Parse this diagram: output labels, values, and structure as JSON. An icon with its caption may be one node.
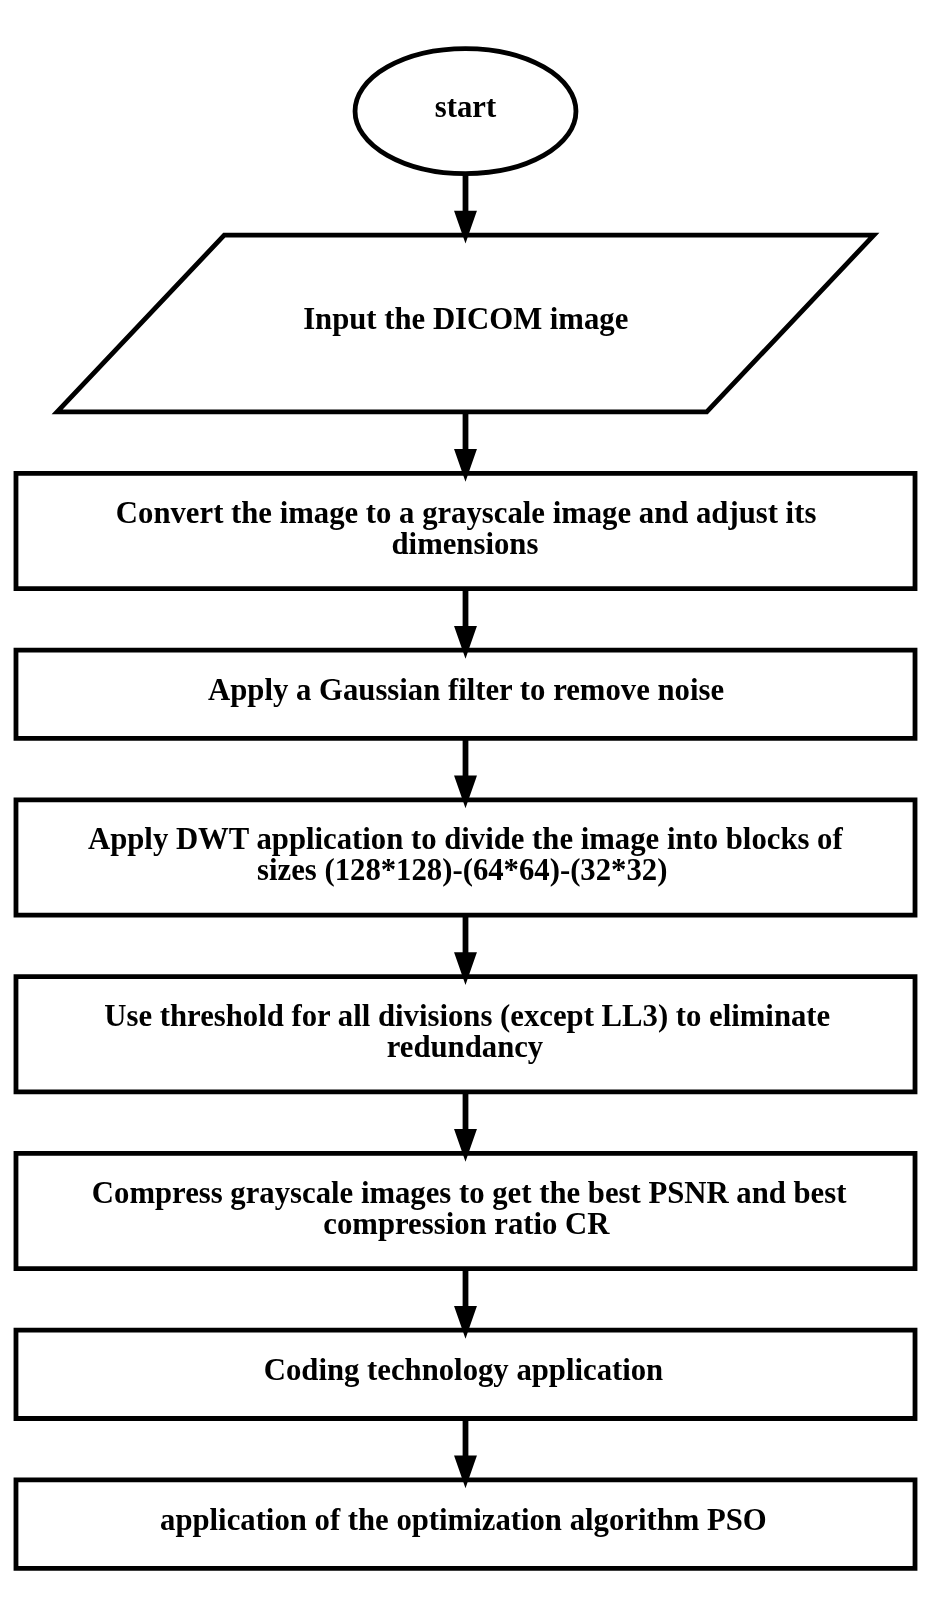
{
  "diagram": {
    "nodes": [
      {
        "text": [
          "start"
        ]
      },
      {
        "text": [
          "Input the DICOM image"
        ]
      },
      {
        "text": [
          "Convert the image to a grayscale image and adjust its dimensions"
        ]
      },
      {
        "text": [
          "Apply a Gaussian filter to remove noise"
        ]
      },
      {
        "text": [
          "Apply DWT application to divide the image into blocks of sizes (128*128)-(64*64)-(32*32)"
        ]
      },
      {
        "text": [
          "Use threshold for all divisions (except LL3) to eliminate redundancy"
        ]
      },
      {
        "text": [
          "Compress grayscale images to get the best PSNR and best compression ratio CR"
        ]
      },
      {
        "text": [
          "Coding technology application"
        ]
      },
      {
        "text": [
          "application of the optimization algorithm PSO"
        ]
      }
    ],
    "edges": [
      {
        "from": 0,
        "to": 1,
        "arrow": "to"
      },
      {
        "from": 1,
        "to": 2,
        "arrow": "to"
      },
      {
        "from": 2,
        "to": 3,
        "arrow": "to"
      },
      {
        "from": 3,
        "to": 4,
        "arrow": "to"
      },
      {
        "from": 4,
        "to": 5,
        "arrow": "to"
      },
      {
        "from": 5,
        "to": 6,
        "arrow": "to"
      },
      {
        "from": 6,
        "to": 7,
        "arrow": "to"
      },
      {
        "from": 7,
        "to": 8,
        "arrow": "to"
      }
    ]
  }
}
